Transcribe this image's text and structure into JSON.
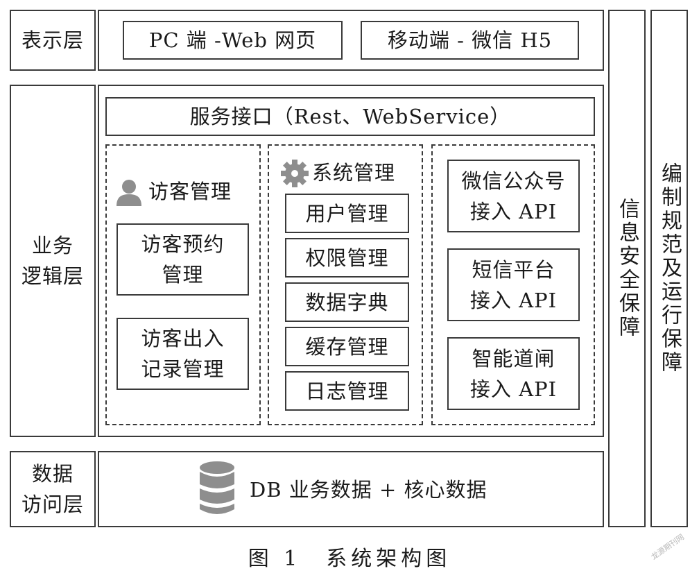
{
  "layers": {
    "presentation": "表示层",
    "business": "业务\n逻辑层",
    "data_access": "数据\n访问层"
  },
  "presentation": {
    "pc": "PC 端 -Web 网页",
    "mobile": "移动端 - 微信 H5"
  },
  "business": {
    "service_interface": "服务接口（Rest、WebService）",
    "visitor": {
      "title": "访客管理",
      "items": [
        "访客预约\n管理",
        "访客出入\n记录管理"
      ]
    },
    "system": {
      "title": "系统管理",
      "items": [
        "用户管理",
        "权限管理",
        "数据字典",
        "缓存管理",
        "日志管理"
      ]
    },
    "apis": [
      "微信公众号\n接入 API",
      "短信平台\n接入 API",
      "智能道闸\n接入 API"
    ]
  },
  "data": {
    "label": "DB 业务数据 + 核心数据"
  },
  "side": {
    "security": "信息安全保障",
    "standards": "编制规范及运行保障"
  },
  "caption": "图 1　系统架构图",
  "watermark": "龙源期刊网",
  "icons": {
    "visitor": "user-icon",
    "system": "gear-icon",
    "data": "database-icon"
  },
  "colors": {
    "icon_gray": "#8e8e8e",
    "border": "#3a3a3a"
  }
}
